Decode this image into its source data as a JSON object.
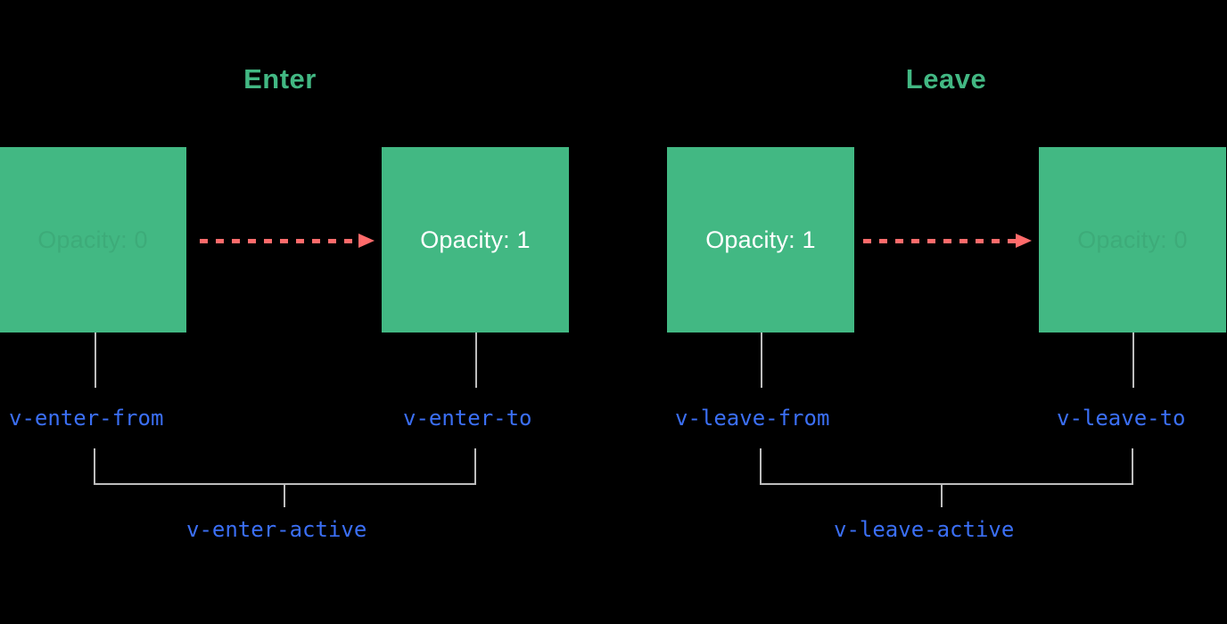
{
  "diagram": {
    "title_enter": "Enter",
    "title_leave": "Leave",
    "background_color": "#000000",
    "box_color": "#42b883",
    "arrow_color": "#ff6b6b",
    "label_color": "#3b6ff5",
    "connector_color": "#bdbdbd",
    "heading_color": "#42b883"
  },
  "enter": {
    "from_box_text": "Opacity: 0",
    "to_box_text": "Opacity: 1",
    "from_class": "v-enter-from",
    "to_class": "v-enter-to",
    "active_class": "v-enter-active",
    "arrow": "dashed-arrow-right-icon"
  },
  "leave": {
    "from_box_text": "Opacity: 1",
    "to_box_text": "Opacity: 0",
    "from_class": "v-leave-from",
    "to_class": "v-leave-to",
    "active_class": "v-leave-active",
    "arrow": "dashed-arrow-right-icon"
  }
}
